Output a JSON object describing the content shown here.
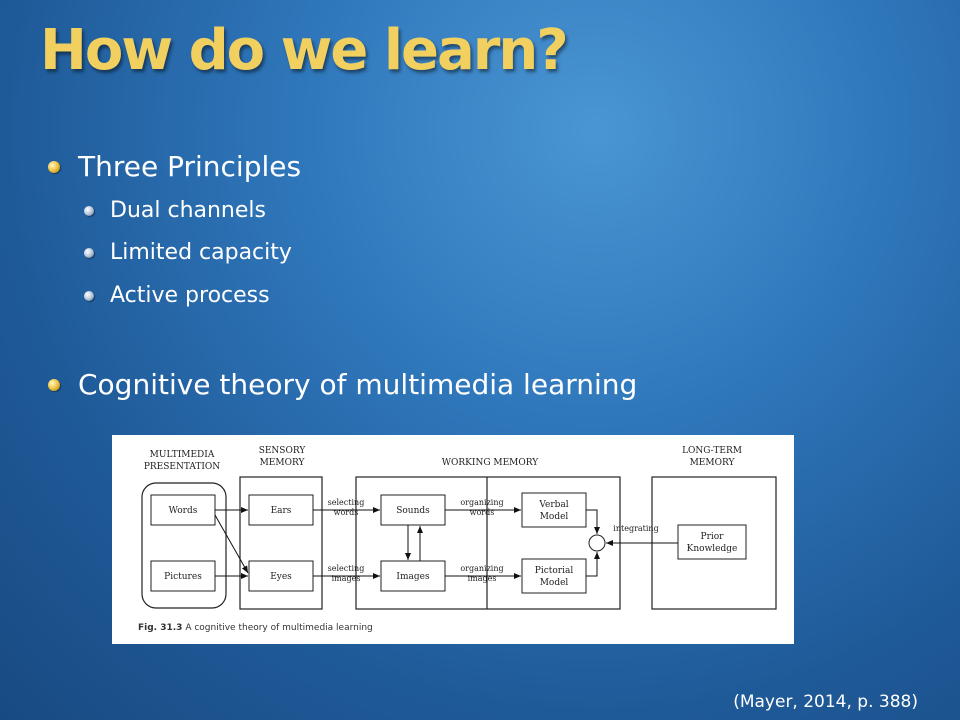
{
  "slide": {
    "title": "How do we learn?",
    "bullets": [
      {
        "text": "Three Principles"
      },
      {
        "text": "Dual channels"
      },
      {
        "text": "Limited capacity"
      },
      {
        "text": "Active process"
      },
      {
        "text": "Cognitive theory of multimedia learning"
      }
    ],
    "citation": "(Mayer, 2014, p. 388)"
  },
  "figure": {
    "headers": {
      "multimedia": [
        "MULTIMEDIA",
        "PRESENTATION"
      ],
      "sensory": [
        "SENSORY",
        "MEMORY"
      ],
      "working": "WORKING MEMORY",
      "longterm": [
        "LONG-TERM",
        "MEMORY"
      ]
    },
    "boxes": {
      "words": "Words",
      "pictures": "Pictures",
      "ears": "Ears",
      "eyes": "Eyes",
      "sounds": "Sounds",
      "images": "Images",
      "verbal": [
        "Verbal",
        "Model"
      ],
      "pictorial": [
        "Pictorial",
        "Model"
      ],
      "prior": [
        "Prior",
        "Knowledge"
      ]
    },
    "arrows": {
      "selecting_words": [
        "selecting",
        "words"
      ],
      "selecting_images": [
        "selecting",
        "images"
      ],
      "organizing_words": [
        "organizing",
        "words"
      ],
      "organizing_images": [
        "organizing",
        "images"
      ],
      "integrating": "integrating"
    },
    "caption_label": "Fig. 31.3",
    "caption_text": "A cognitive theory of multimedia learning"
  }
}
